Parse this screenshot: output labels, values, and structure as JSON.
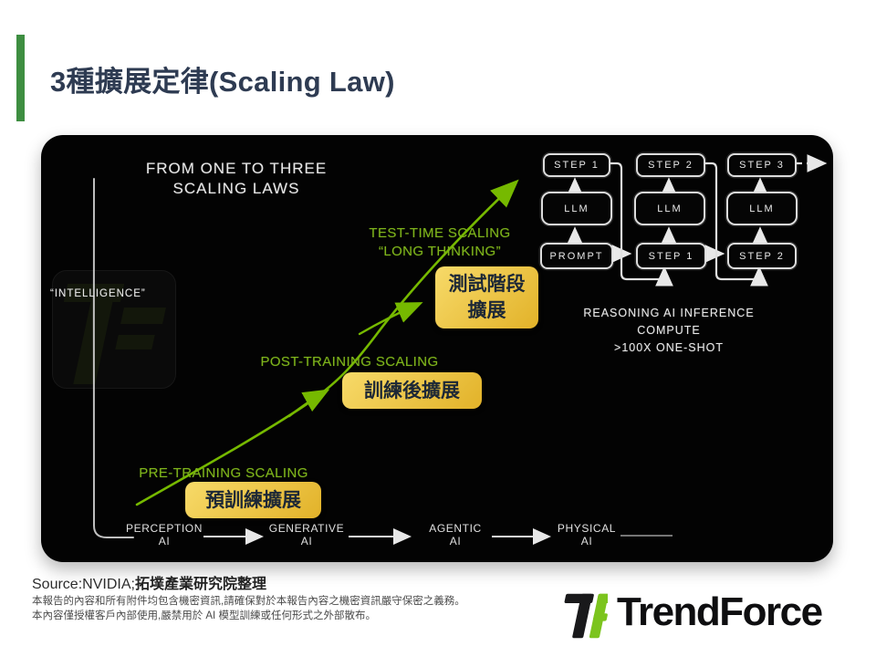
{
  "slide": {
    "title": "3種擴展定律(Scaling Law)",
    "accent_color": "#3e8e41",
    "title_color": "#2e3b52"
  },
  "figure": {
    "heading_line1": "FROM ONE TO THREE",
    "heading_line2": "SCALING LAWS",
    "y_axis_label": "“INTELLIGENCE”",
    "nvidia_green": "#76b900",
    "label_bg": "#ecc23c",
    "label_text_color": "#1d2836",
    "curve_labels": {
      "pre_en": "PRE-TRAINING SCALING",
      "pre_zh": "預訓練擴展",
      "post_en": "POST-TRAINING SCALING",
      "post_zh": "訓練後擴展",
      "test_en1": "TEST-TIME SCALING",
      "test_en2": "“LONG THINKING”",
      "test_zh1": "測試階段",
      "test_zh2": "擴展"
    },
    "x_axis": [
      {
        "line1": "PERCEPTION",
        "line2": "AI"
      },
      {
        "line1": "GENERATIVE",
        "line2": "AI"
      },
      {
        "line1": "AGENTIC",
        "line2": "AI"
      },
      {
        "line1": "PHYSICAL",
        "line2": "AI"
      }
    ],
    "flow": {
      "columns": [
        {
          "top": "STEP 1",
          "mid": "LLM",
          "bottom": "PROMPT"
        },
        {
          "top": "STEP 2",
          "mid": "LLM",
          "bottom": "STEP 1"
        },
        {
          "top": "STEP 3",
          "mid": "LLM",
          "bottom": "STEP 2"
        }
      ],
      "caption1": "REASONING AI INFERENCE",
      "caption2": "COMPUTE",
      "caption3": ">100X ONE-SHOT"
    }
  },
  "footer": {
    "source_prefix": "Source:NVIDIA;",
    "source_body": "拓墣產業研究院整理",
    "disclaimer1": "本報告的內容和所有附件均包含機密資訊,請確保對於本報告內容之機密資訊嚴守保密之義務。",
    "disclaimer2": "本內容僅授權客戶內部使用,嚴禁用於 AI 模型訓練或任何形式之外部散布。",
    "logo_text": "TrendForce"
  }
}
